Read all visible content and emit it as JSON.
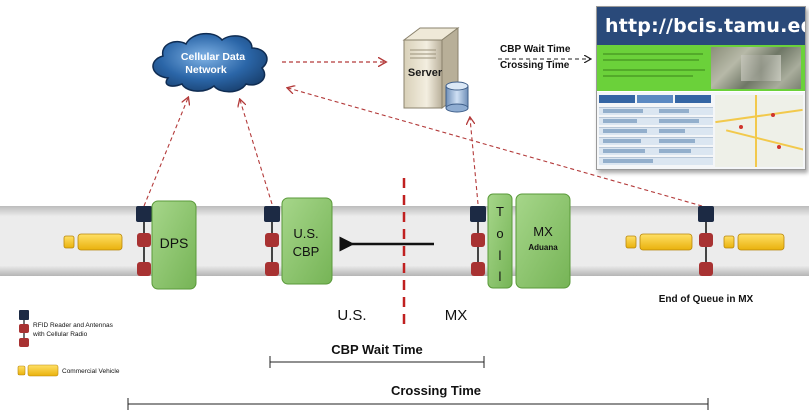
{
  "cloud": {
    "line1": "Cellular Data",
    "line2": "Network"
  },
  "server": {
    "label": "Server"
  },
  "server_outputs": {
    "line1": "CBP Wait Time",
    "line2": "Crossing Time"
  },
  "website": {
    "url": "http://bcis.tamu.edu"
  },
  "stations": {
    "dps": "DPS",
    "cbp_line1": "U.S.",
    "cbp_line2": "CBP",
    "toll": [
      "T",
      "o",
      "l",
      "l"
    ],
    "mx_line1": "MX",
    "mx_line2": "Aduana"
  },
  "sides": {
    "us": "U.S.",
    "mx": "MX"
  },
  "queue_label": "End of Queue in MX",
  "legend": {
    "reader_line1": "RFID Reader  and Antennas",
    "reader_line2": "with Cellular Radio",
    "vehicle": "Commercial Vehicle"
  },
  "spans": {
    "cbp_wait": "CBP Wait Time",
    "crossing": "Crossing Time"
  },
  "colors": {
    "station_green": "#8cc46a",
    "vehicle_yellow": "#f5c518",
    "reader_navy": "#1c2a44",
    "antenna_red": "#a83232",
    "border_dashed": "#c02020",
    "cloud_blue": "#1e4f86",
    "website_header": "#2a4a7a"
  }
}
